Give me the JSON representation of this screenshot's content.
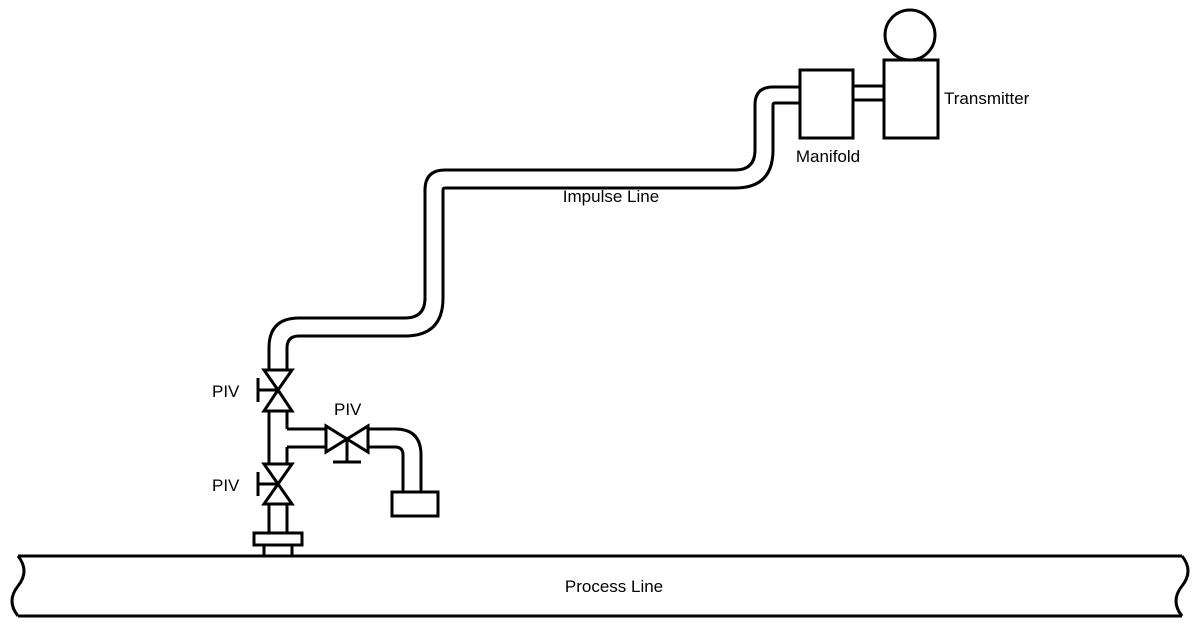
{
  "labels": {
    "transmitter": "Transmitter",
    "manifold": "Manifold",
    "impulse_line": "Impulse Line",
    "piv_upper": "PIV",
    "piv_lower": "PIV",
    "piv_drain": "PIV",
    "process_line": "Process Line"
  },
  "colors": {
    "stroke": "#000000",
    "background": "#ffffff"
  }
}
